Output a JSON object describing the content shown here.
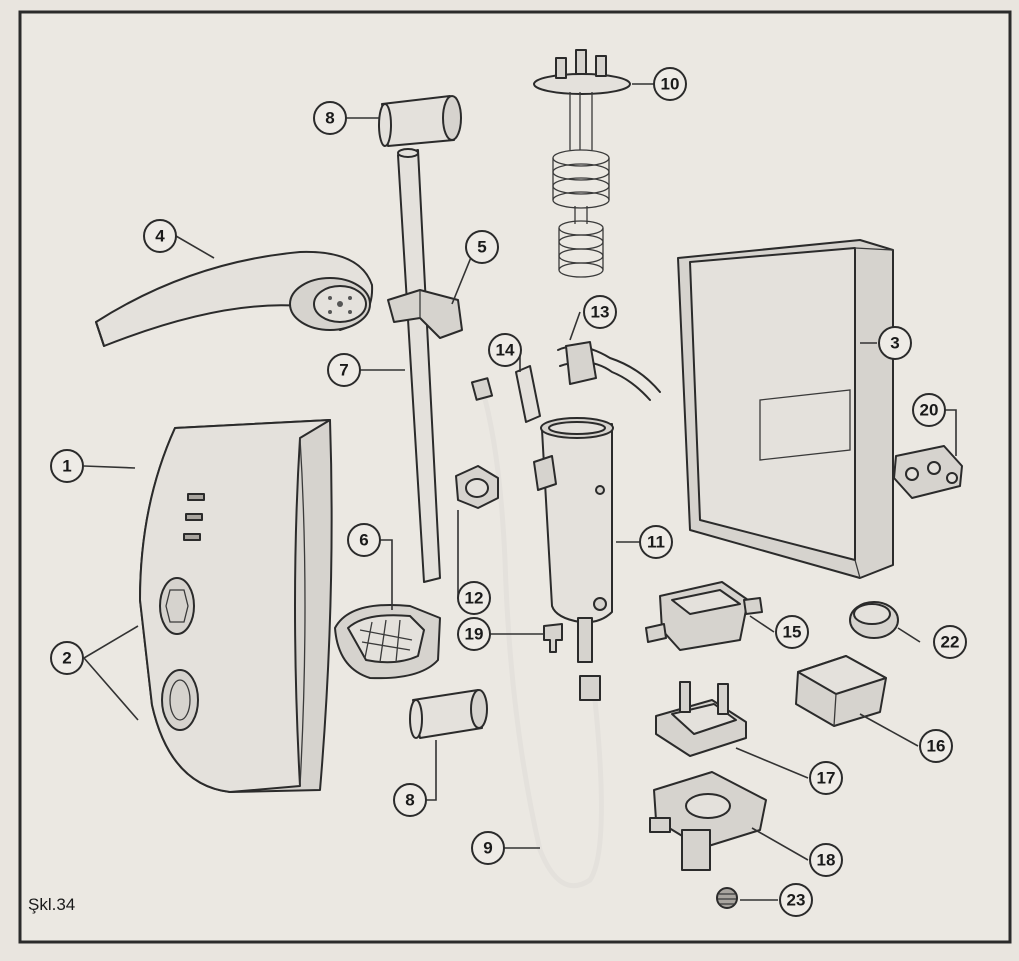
{
  "figure": {
    "label": "Şkl.34"
  },
  "callouts": [
    "1",
    "2",
    "3",
    "4",
    "5",
    "6",
    "7",
    "8",
    "8",
    "9",
    "10",
    "11",
    "12",
    "13",
    "14",
    "15",
    "16",
    "17",
    "18",
    "19",
    "20",
    "22",
    "23"
  ]
}
